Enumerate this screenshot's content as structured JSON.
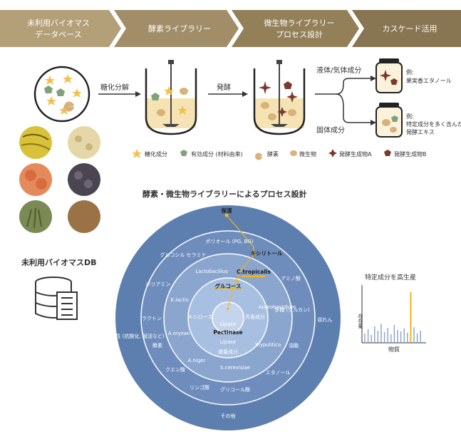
{
  "steps": [
    {
      "line1": "未利用バイオマス",
      "line2": "データベース"
    },
    {
      "line1": "酵素ライブラリー",
      "line2": ""
    },
    {
      "line1": "微生物ライブラリー",
      "line2": "プロセス設計"
    },
    {
      "line1": "カスケード活用",
      "line2": ""
    }
  ],
  "arrows": {
    "saccharification": "糖化分解",
    "fermentation": "発酵",
    "liquid_gas": "液体/気体成分",
    "solid": "固体成分"
  },
  "outputs": {
    "top": {
      "line1": "例:",
      "line2": "果実香エタノール"
    },
    "bottom": {
      "line1": "例:",
      "line2": "特定成分を多く含んだ",
      "line3": "発酵エキス"
    }
  },
  "legend": [
    {
      "icon": "star",
      "label": "糖化成分"
    },
    {
      "icon": "pentagon",
      "label": "有効成分 (材料由来)"
    },
    {
      "icon": "pacman",
      "label": "酵素"
    },
    {
      "icon": "blob",
      "label": "微生物"
    },
    {
      "icon": "sparkle",
      "label": "発酵生成物A"
    },
    {
      "icon": "pentagon-dark",
      "label": "発酵生成物B"
    }
  ],
  "db_label": "未利用バイオマスDB",
  "process_title": "酵素・微生物ライブラリーによるプロセス設計",
  "rings": {
    "center": [
      "Pectinase",
      "Lipase"
    ],
    "ring1": [
      "キシロース",
      "芳香成分",
      "微量成分",
      "グルコース"
    ],
    "ring2": [
      "Lactobacillus",
      "C.tropicalis",
      "Aureobasidium",
      "Y.lypolitica",
      "S.cerevisiae",
      "A.niger",
      "A.oryzae",
      "K.lactis"
    ],
    "ring3": [
      "ポリオール (PG, BG)",
      "キシリトール",
      "アミノ酸",
      "多糖 (グルカン)",
      "油脂",
      "エタノール",
      "グリコール酸",
      "リンゴ酸",
      "クエン酸",
      "酵素",
      "ラクトン",
      "ポリアミン",
      "グルコシル セラミド"
    ],
    "ring4": [
      "保湿",
      "収れん",
      "その他",
      "生理活性 (抗酸化, 賦活など)"
    ],
    "extra": [
      "Lipase"
    ]
  },
  "graph": {
    "title": "特定成分を高生産",
    "ylabel": "存在量",
    "xlabel": "物質"
  },
  "colors": {
    "chevron": "#8b7a5a",
    "ring_outer": "#5c7fb0",
    "ring_mid": "#7796c1",
    "ring_inner": "#94add3",
    "accent": "#f2b51b",
    "brown": "#7c3a2a"
  }
}
